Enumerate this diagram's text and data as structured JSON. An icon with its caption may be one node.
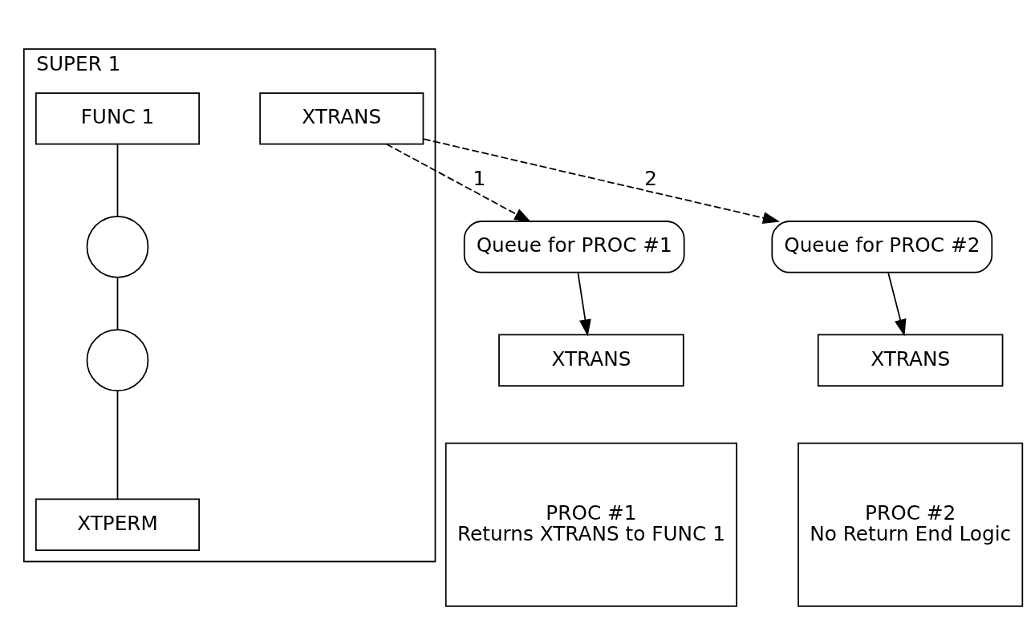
{
  "diagram": {
    "nodes": [
      {
        "text": [
          "SUPER 1"
        ]
      },
      {
        "text": [
          "XTRANS"
        ],
        "in": 0
      },
      {
        "text": [
          "FUNC 1"
        ],
        "in": 0
      },
      {
        "text": [],
        "shape": "circle",
        "in": 0
      },
      {
        "text": [],
        "shape": "circle",
        "in": 0
      },
      {
        "text": [
          "XTPERM"
        ],
        "in": 0
      },
      {
        "text": [
          "Queue for PROC #1"
        ]
      },
      {
        "text": [
          "Queue for PROC #2"
        ]
      },
      {
        "text": [
          "XTRANS"
        ]
      },
      {
        "text": [
          "PROC #1",
          "Returns XTRANS to FUNC 1"
        ]
      },
      {
        "text": [
          "XTRANS"
        ]
      },
      {
        "text": [
          "PROC #2",
          "No Return End Logic"
        ]
      }
    ],
    "edges": [
      {
        "from": 1,
        "to": 6,
        "arrow": "to",
        "style": "dashed",
        "label": "1"
      },
      {
        "from": 1,
        "to": 7,
        "arrow": "to",
        "style": "dashed",
        "label": "2"
      },
      {
        "from": 2,
        "to": 3,
        "arrow": "none"
      },
      {
        "from": 3,
        "to": 4,
        "arrow": "none"
      },
      {
        "from": 4,
        "to": 5,
        "arrow": "none"
      },
      {
        "from": 6,
        "to": 8,
        "arrow": "to"
      },
      {
        "from": 7,
        "to": 10,
        "arrow": "to"
      }
    ]
  }
}
